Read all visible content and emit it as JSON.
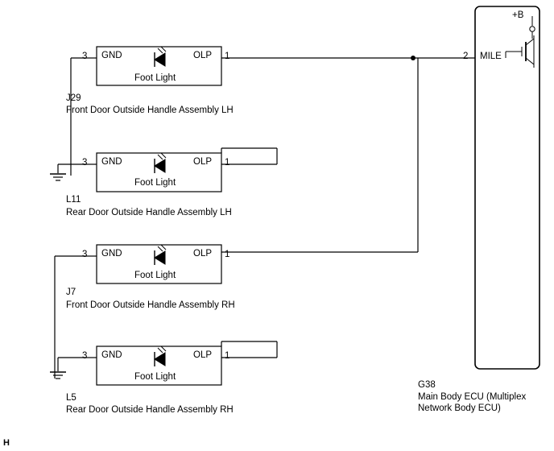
{
  "diagram": {
    "title_bottom_left": "H",
    "ecu": {
      "ref": "G38",
      "name_line1": "Main Body ECU (Multiplex",
      "name_line2": "Network Body ECU)",
      "power_label": "+B",
      "terminal_number": "2",
      "terminal_name": "MILE"
    },
    "blocks": [
      {
        "pin_left": "3",
        "pin_right": "1",
        "terminal_left": "GND",
        "terminal_right": "OLP",
        "inner_label": "Foot Light",
        "ref": "J29",
        "description": "Front Door Outside Handle Assembly LH",
        "grounded": false
      },
      {
        "pin_left": "3",
        "pin_right": "1",
        "terminal_left": "GND",
        "terminal_right": "OLP",
        "inner_label": "Foot Light",
        "ref": "L11",
        "description": "Rear Door Outside Handle Assembly LH",
        "grounded": true
      },
      {
        "pin_left": "3",
        "pin_right": "1",
        "terminal_left": "GND",
        "terminal_right": "OLP",
        "inner_label": "Foot Light",
        "ref": "J7",
        "description": "Front Door Outside Handle Assembly RH",
        "grounded": false
      },
      {
        "pin_left": "3",
        "pin_right": "1",
        "terminal_left": "GND",
        "terminal_right": "OLP",
        "inner_label": "Foot Light",
        "ref": "L5",
        "description": "Rear Door Outside Handle Assembly RH",
        "grounded": true
      }
    ],
    "colors": {
      "line": "#000000",
      "background": "#ffffff"
    }
  }
}
